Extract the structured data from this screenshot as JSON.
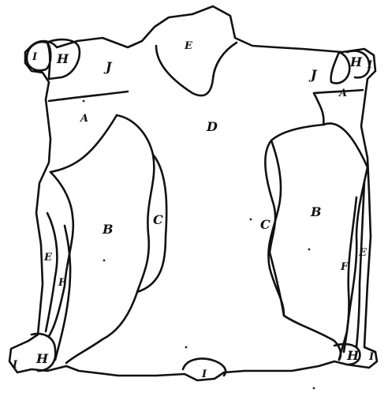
{
  "labels": {
    "A_left": "A",
    "A_right": "A",
    "B_left": "B",
    "B_right": "B",
    "C_left": "C",
    "C_right": "C",
    "D": "D",
    "E_top": "E",
    "E_left": "E",
    "E_right": "E",
    "F_left": "F",
    "F_right": "F",
    "H_top_left": "H",
    "H_top_right": "H",
    "H_bot_left": "H",
    "H_bot_right": "H",
    "I_top_left": "I",
    "I_top_right": "I",
    "I_bot_left": "I",
    "I_bot_right": "I",
    "I_bottom": "I",
    "J_left": "J",
    "J_right": "J"
  }
}
